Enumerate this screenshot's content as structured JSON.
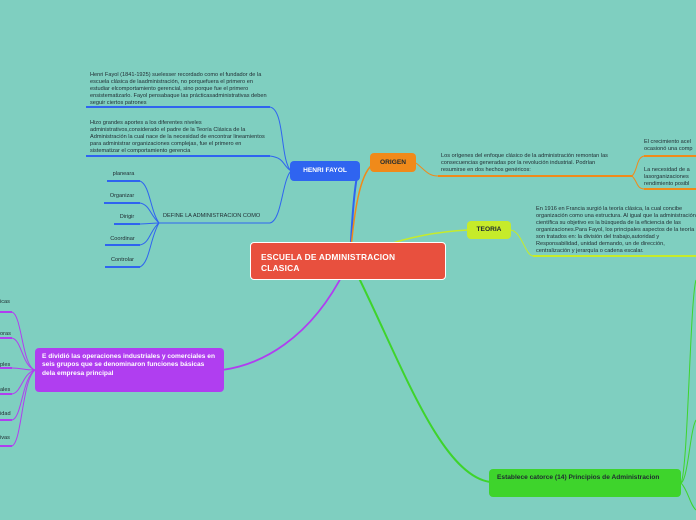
{
  "central": {
    "title": "ESCUELA DE ADMINISTRACION CLASICA"
  },
  "henri": {
    "label": "HENRI FAYOL",
    "text1": "Henri Fayol (1841-1925) suelesser recordado como el fundador de la escuela clásica de laadministración, no porquefuera el primero en estudiar elcomportamiento gerencial, sino porque fue el primero ensistematizarlo. Fayol pensabaque las prácticasadministrativas deben seguir ciertos patrones",
    "text2": "Hizo grandes aportes a los diferentes niveles administrativos,considerado el padre de la Teoría Clásica de la Administración la cual nace de la necesidad de encontrar lineamientos para administrar organizaciones complejas, fue el primero en sistematizar el comportamiento gerencia",
    "define_label": "DEFINE LA ADMINISTRACION COMO",
    "functions": [
      "planeara",
      "Organizar",
      "Dirigir",
      "Coordinar",
      "Controlar"
    ]
  },
  "origen": {
    "label": "ORIGEN",
    "text": "Los orígenes del enfoque clásico de la administración remontan las  consecuencias generadas por la revolución industrial. Podrían resumirse en dos hechos genéricos:",
    "sub1": "El crecimiento acel\nocasionó una comp",
    "sub2": "La necesidad de a\nlasorganizaciones\nrendimiento posibl"
  },
  "teoria": {
    "label": "TEORIA",
    "text": "En 1916 en Francia surgió la teoría clásica, la cual concibe organización como una estructura. Al igual que la administración científica su objetivo es la búsqueda de la eficiencia de las organizaciones.Para Fayol, los principales aspectos de la teoría son tratados en: la división del trabajo,autoridad y Responsabilidad, unidad demando, un de dirección, centralización y jerarquía o cadena escalar."
  },
  "operaciones": {
    "label": "E dividió las operaciones industriales y comerciales en seis grupos que se denominaron funciones básicas dela empresa principal",
    "items": [
      "icas",
      "oras",
      "ples",
      "ales",
      "idad",
      "ivas"
    ]
  },
  "principios": {
    "label": "Establece catorce (14) Principios de Administracion"
  },
  "colors": {
    "background": "#7fcfc0",
    "central": "#e8503e",
    "henri": "#2f64f0",
    "origen": "#f08a1a",
    "teoria": "#c6eb2a",
    "operaciones": "#b03ef0",
    "principios": "#3ed42c"
  }
}
